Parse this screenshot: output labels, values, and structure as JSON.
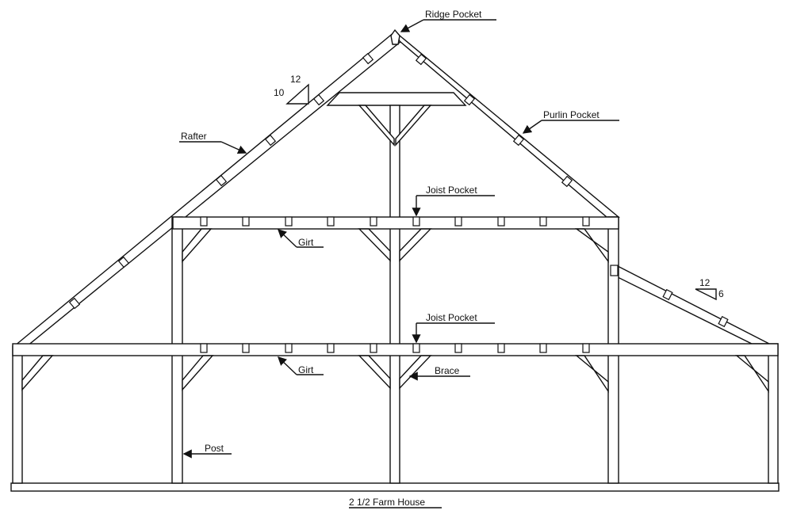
{
  "labels": {
    "ridge_pocket": "Ridge Pocket",
    "rafter": "Rafter",
    "purlin_pocket": "Purlin Pocket",
    "joist_pocket_upper": "Joist Pocket",
    "girt_upper": "Girt",
    "joist_pocket_lower": "Joist Pocket",
    "girt_lower": "Girt",
    "brace": "Brace",
    "post": "Post"
  },
  "pitch_main": {
    "rise": "10",
    "run": "12"
  },
  "pitch_shed": {
    "rise": "6",
    "run": "12"
  },
  "caption": "2 1/2 Farm House"
}
